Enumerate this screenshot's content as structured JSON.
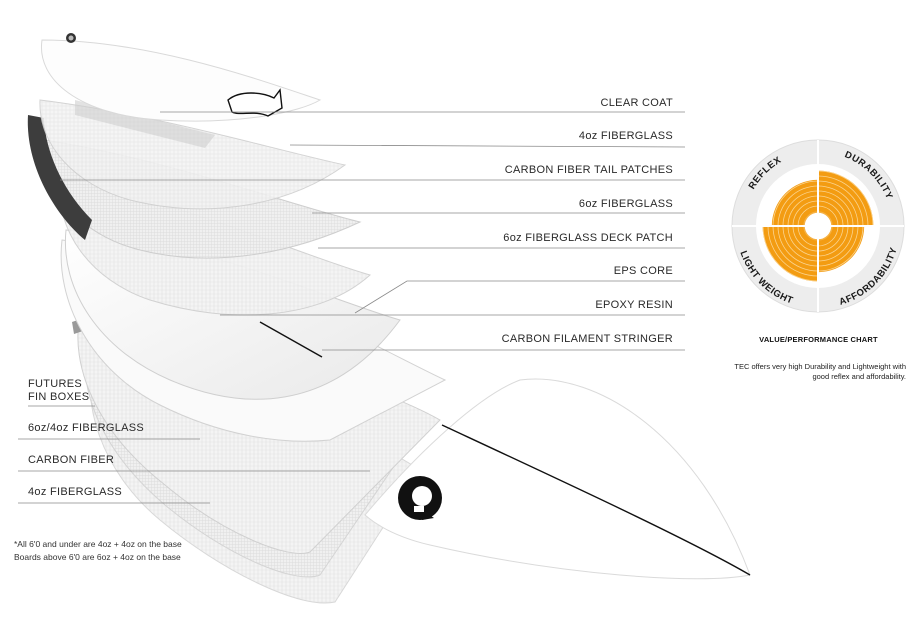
{
  "layers_right": [
    {
      "label": "CLEAR COAT"
    },
    {
      "label": "4oz FIBERGLASS"
    },
    {
      "label": "CARBON FIBER TAIL PATCHES"
    },
    {
      "label": "6oz FIBERGLASS"
    },
    {
      "label": "6oz FIBERGLASS DECK PATCH"
    },
    {
      "label": "EPS CORE"
    },
    {
      "label": "EPOXY RESIN"
    },
    {
      "label": "CARBON FILAMENT STRINGER"
    }
  ],
  "layers_left": [
    {
      "line1": "FUTURES",
      "line2": "FIN BOXES"
    },
    {
      "line1": "6oz/4oz FIBERGLASS",
      "line2": ""
    },
    {
      "line1": "CARBON FIBER",
      "line2": ""
    },
    {
      "line1": "4oz FIBERGLASS",
      "line2": ""
    }
  ],
  "footnote": {
    "line1": "*All 6'0 and under are 4oz + 4oz on the base",
    "line2": "Boards above 6'0 are 6oz + 4oz on the base"
  },
  "chart": {
    "title": "VALUE/PERFORMANCE CHART",
    "description": "TEC offers very high Durability and Lightweight with good reflex and affordability.",
    "quadrants": [
      "REFLEX",
      "DURABILITY",
      "AFFORDABILITY",
      "LIGHT WEIGHT"
    ],
    "colors": {
      "fill": "#f39c12",
      "ring": "#eeeeee",
      "accent": "#f7b733"
    }
  },
  "chart_data": {
    "type": "radial",
    "title": "VALUE/PERFORMANCE CHART",
    "categories": [
      "REFLEX",
      "DURABILITY",
      "AFFORDABILITY",
      "LIGHT WEIGHT"
    ],
    "values": [
      7,
      9,
      7,
      9
    ],
    "scale_max": 10
  },
  "colors": {
    "board": "#ffffff",
    "board_edge": "#d6d6d6",
    "carbon": "#555555",
    "leader": "#9a9a9a",
    "logo": "#111111"
  }
}
